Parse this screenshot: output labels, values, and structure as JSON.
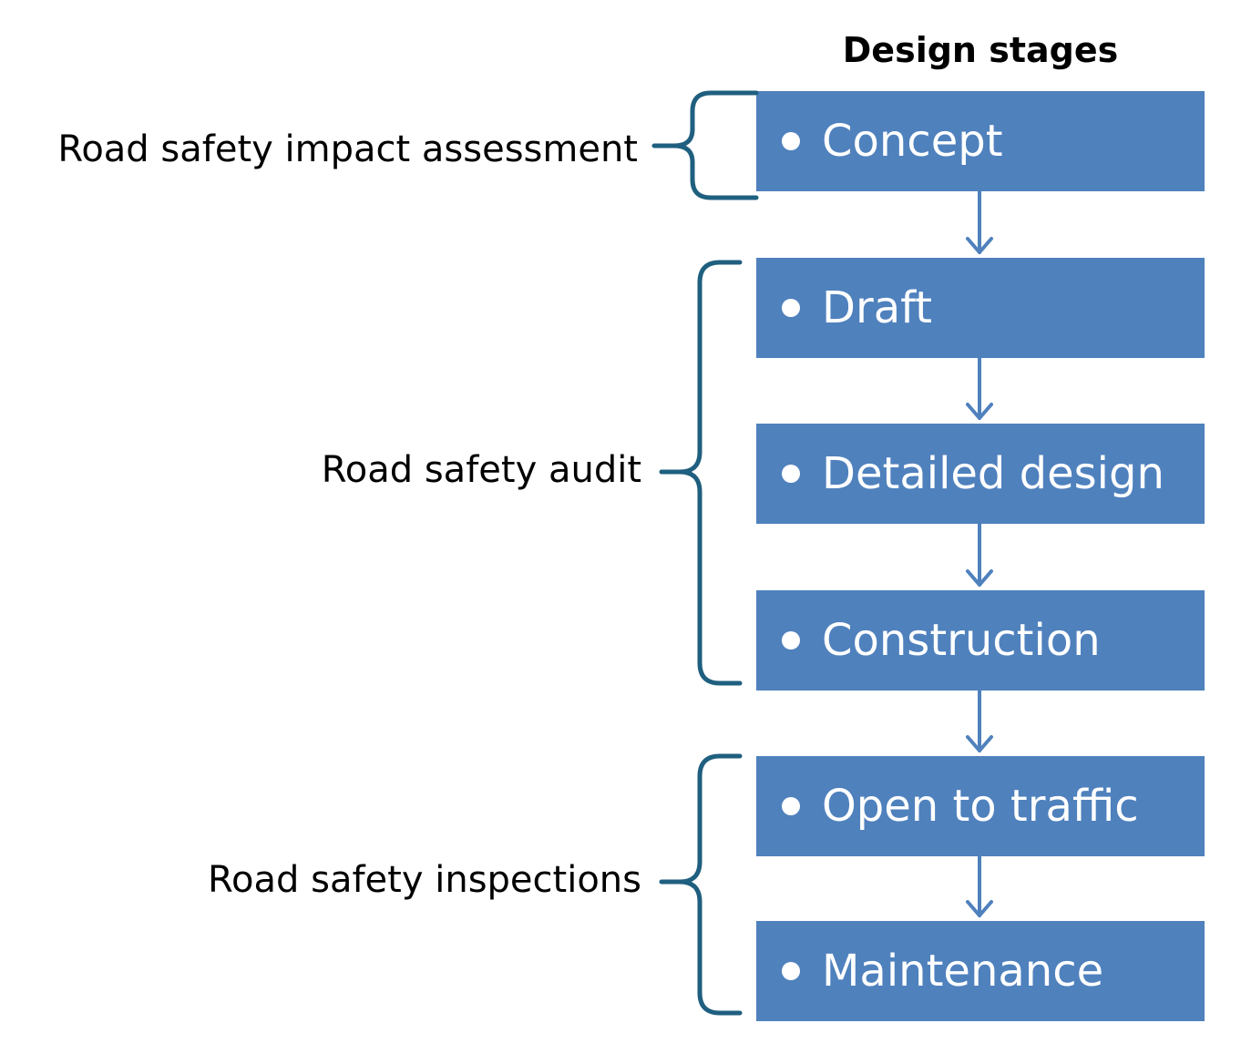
{
  "heading": "Design stages",
  "stages": [
    {
      "label": "Concept"
    },
    {
      "label": "Draft"
    },
    {
      "label": "Detailed design"
    },
    {
      "label": "Construction"
    },
    {
      "label": "Open to traffic"
    },
    {
      "label": "Maintenance"
    }
  ],
  "processes": [
    {
      "label": "Road safety impact assessment",
      "spans": [
        "Concept"
      ]
    },
    {
      "label": "Road safety audit",
      "spans": [
        "Draft",
        "Detailed design",
        "Construction"
      ]
    },
    {
      "label": "Road safety inspections",
      "spans": [
        "Open to traffic",
        "Maintenance"
      ]
    }
  ],
  "colors": {
    "stage_fill": "#4f81bd",
    "arrow": "#4f81bd",
    "bracket": "#1f5f7f",
    "stage_text": "#ffffff"
  }
}
